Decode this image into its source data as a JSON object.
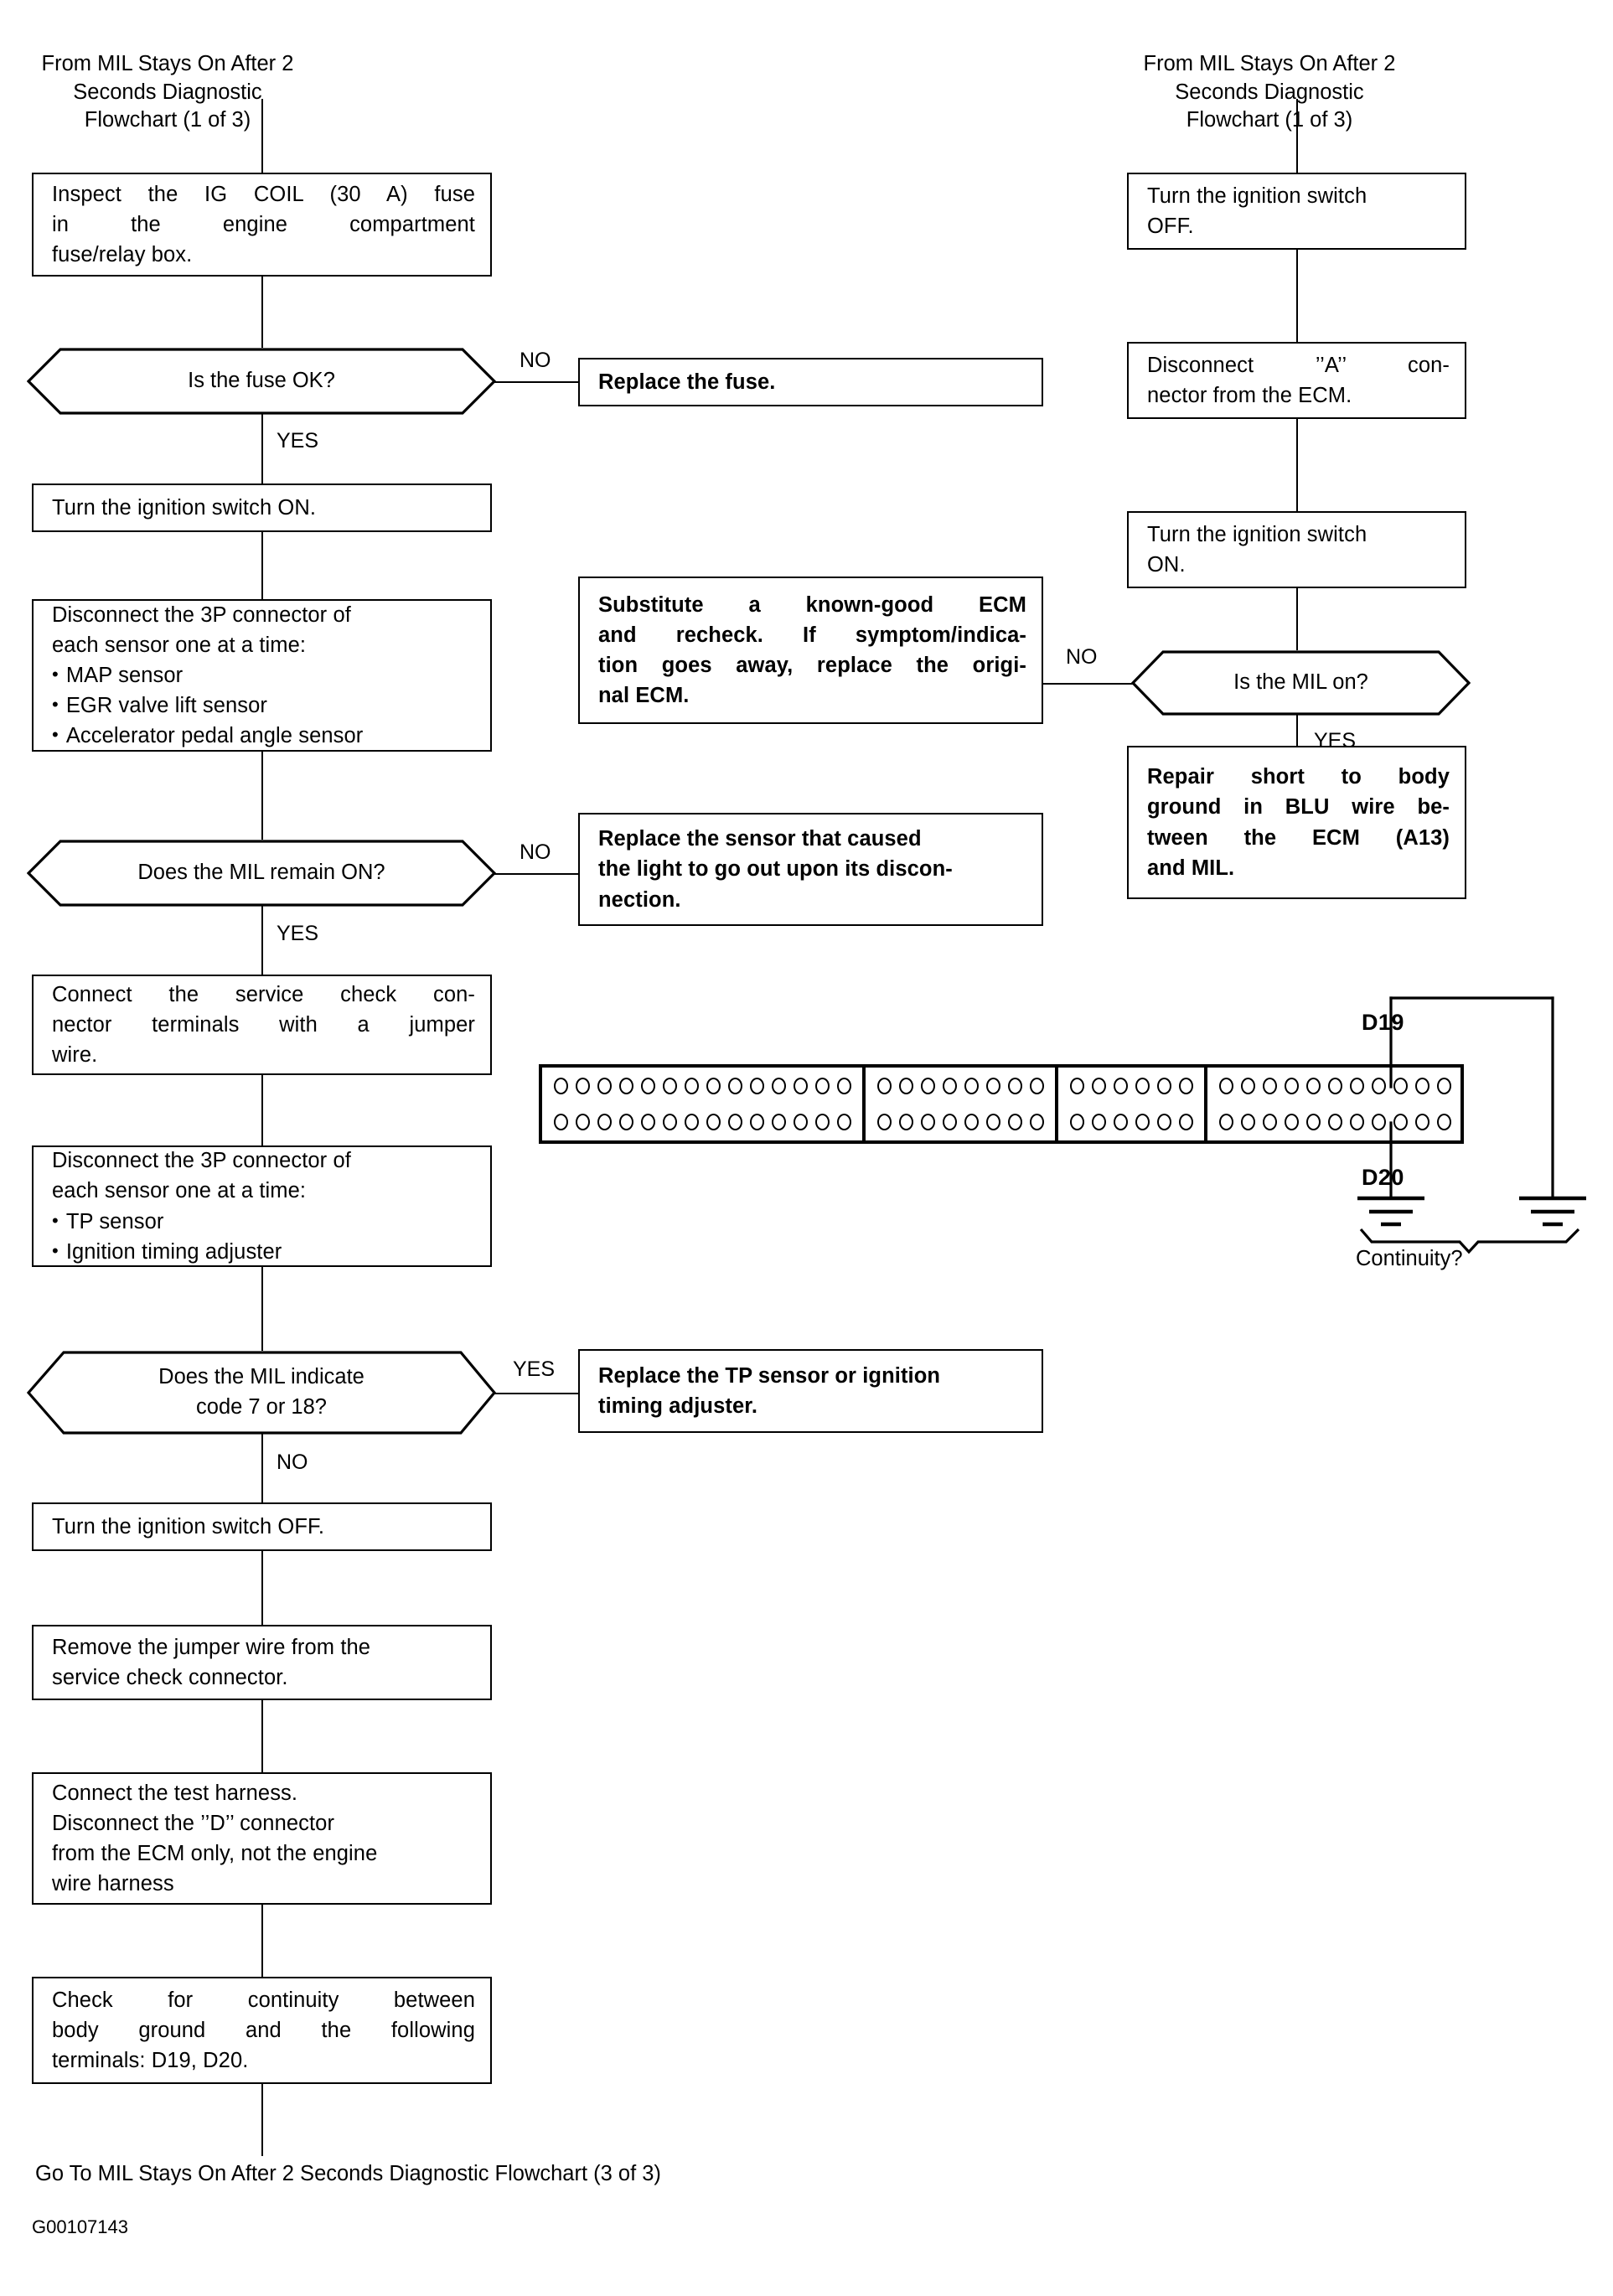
{
  "headers": {
    "left": "From MIL Stays On After 2\nSeconds Diagnostic Flowchart (1 of 3)",
    "right": "From MIL Stays On After 2\nSeconds Diagnostic Flowchart (1 of 3)"
  },
  "left_column": {
    "box_inspect_fuse": {
      "lines": [
        "Inspect the IG COIL (30 A) fuse",
        "in the engine compartment",
        "fuse/relay box."
      ]
    },
    "decision_fuse_ok": {
      "text": "Is the fuse OK?",
      "no_label": "NO",
      "yes_label": "YES"
    },
    "box_replace_fuse": {
      "lines": [
        "Replace the fuse."
      ]
    },
    "box_ignition_on": {
      "lines": [
        "Turn the ignition switch ON."
      ]
    },
    "box_disconnect_3p_a": {
      "intro": [
        "Disconnect the 3P connector of",
        "each sensor one at a time:"
      ],
      "bullets": [
        "MAP sensor",
        "EGR valve lift sensor",
        "Accelerator pedal angle sensor"
      ]
    },
    "decision_mil_remain_on": {
      "text": "Does the MIL remain ON?",
      "no_label": "NO",
      "yes_label": "YES"
    },
    "box_replace_sensor": {
      "lines": [
        "Replace the sensor that caused",
        "the light to go out upon its discon-",
        "nection."
      ]
    },
    "box_connect_service_check": {
      "lines": [
        "Connect the service check con-",
        "nector terminals with a jumper",
        "wire."
      ]
    },
    "box_disconnect_3p_b": {
      "intro": [
        "Disconnect the 3P connector of",
        "each sensor one at a time:"
      ],
      "bullets": [
        "TP sensor",
        "Ignition timing adjuster"
      ]
    },
    "decision_code_7_or_18": {
      "text": "Does the MIL indicate\ncode 7 or 18?",
      "yes_label": "YES",
      "no_label": "NO"
    },
    "box_replace_tp_sensor": {
      "lines": [
        "Replace the TP sensor or ignition",
        "timing adjuster."
      ]
    },
    "box_ignition_off_2": {
      "lines": [
        "Turn the ignition switch OFF."
      ]
    },
    "box_remove_jumper": {
      "lines": [
        "Remove the jumper wire from the",
        "service check connector."
      ]
    },
    "box_connect_test_harness": {
      "lines": [
        "Connect the test harness.",
        "Disconnect the ’’D’’ connector",
        "from the ECM only, not the engine",
        "wire harness"
      ]
    },
    "box_check_continuity": {
      "lines": [
        "Check for continuity between",
        "body ground and the following",
        "terminals: D19, D20."
      ]
    }
  },
  "right_column": {
    "box_ignition_off": {
      "lines": [
        "Turn the ignition switch",
        "OFF."
      ]
    },
    "box_disconnect_a": {
      "lines": [
        "Disconnect ’’A’’ con-",
        "nector from the ECM."
      ]
    },
    "box_ignition_on": {
      "lines": [
        "Turn the ignition switch",
        "ON."
      ]
    },
    "decision_mil_on": {
      "text": "Is the MIL on?",
      "no_label": "NO",
      "yes_label": "YES"
    },
    "box_substitute_ecm": {
      "lines": [
        "Substitute a known-good ECM",
        "and recheck. If symptom/indica-",
        "tion goes away, replace the origi-",
        "nal ECM."
      ]
    },
    "box_repair_short": {
      "lines": [
        "Repair short to body",
        "ground in BLU wire be-",
        "tween the ECM (A13)",
        "and MIL."
      ]
    }
  },
  "connector_diagram": {
    "segments": [
      {
        "name": "segment-1",
        "pins_per_row": 14,
        "rows": 2
      },
      {
        "name": "segment-2",
        "pins_per_row": 8,
        "rows": 2
      },
      {
        "name": "segment-3",
        "pins_per_row": 6,
        "rows": 2
      },
      {
        "name": "segment-4",
        "pins_per_row": 11,
        "rows": 2
      }
    ],
    "terminal_top_label": "D19",
    "terminal_bottom_label": "D20",
    "measurement_label": "Continuity?",
    "highlighted_pin_index": 10
  },
  "footer": {
    "goto": "Go To MIL Stays On After 2 Seconds Diagnostic Flowchart (3 of 3)",
    "figure_id": "G00107143"
  },
  "colors": {
    "ink": "#000000",
    "paper": "#ffffff"
  }
}
